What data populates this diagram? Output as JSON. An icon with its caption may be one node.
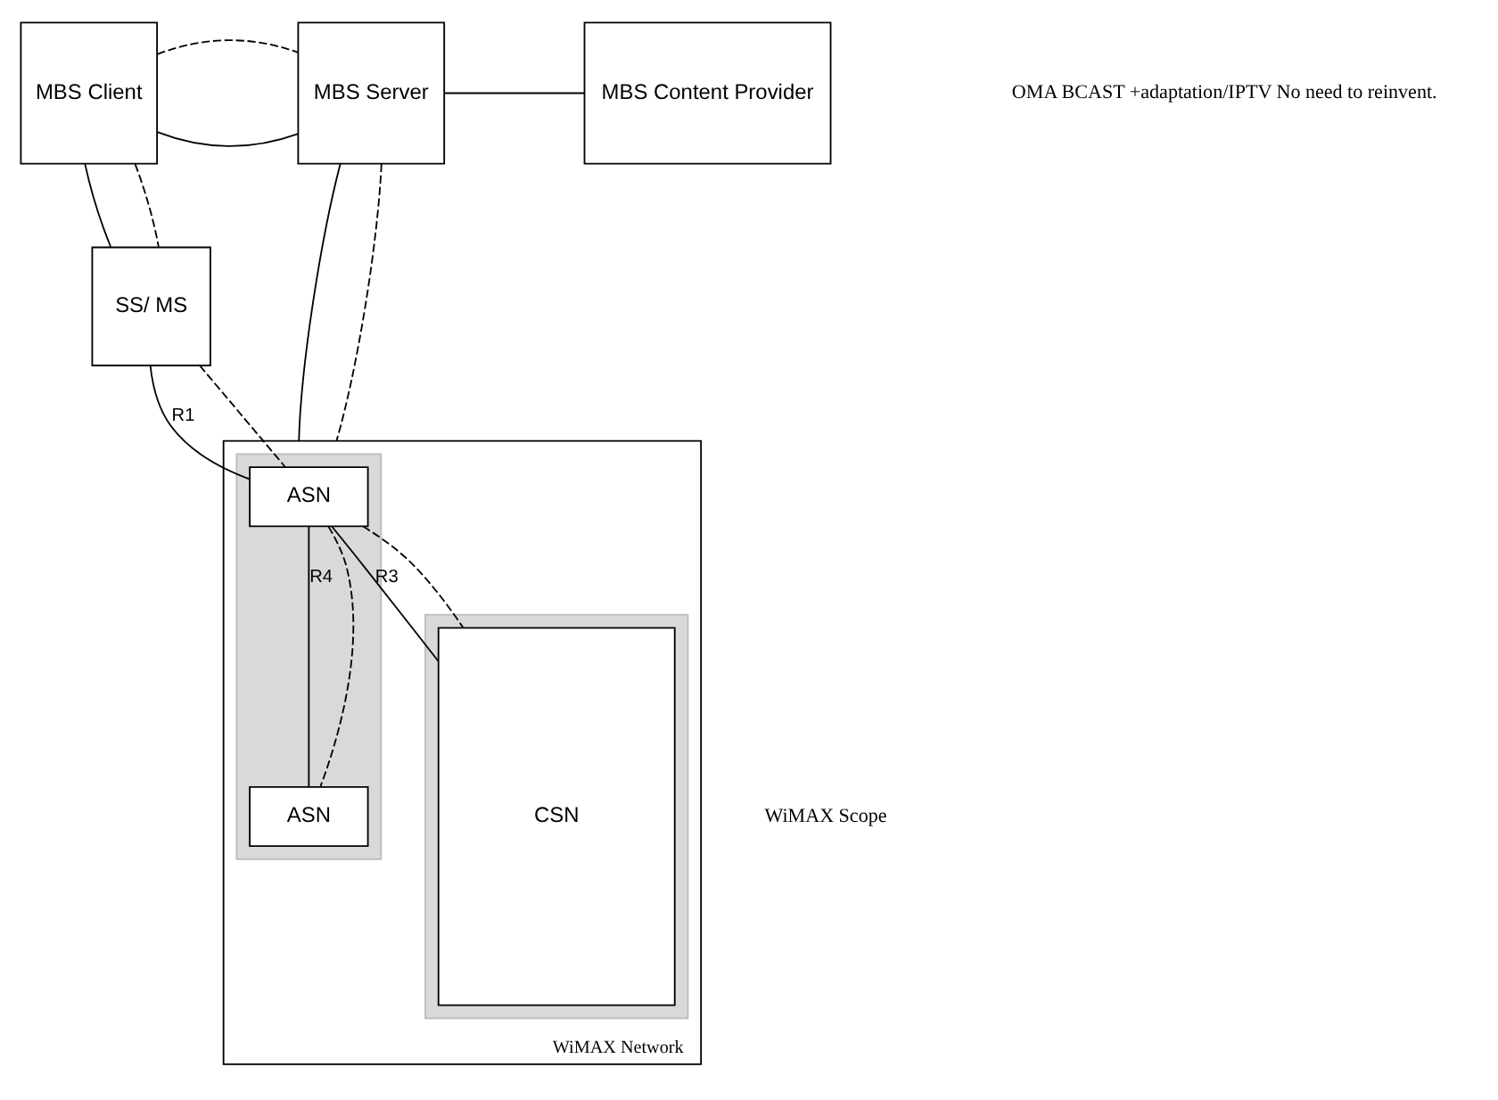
{
  "diagram": {
    "nodes": [
      {
        "text": [
          "MBS Client"
        ]
      },
      {
        "text": [
          "MBS Server"
        ]
      },
      {
        "text": [
          "MBS Content Provider"
        ]
      },
      {
        "text": [
          "SS/ MS"
        ]
      },
      {
        "text": [
          "WiMAX Network"
        ]
      },
      {
        "text": [],
        "shape": "box",
        "in": 4
      },
      {
        "text": [
          "ASN"
        ],
        "in": 5
      },
      {
        "text": [
          "ASN"
        ],
        "in": 5
      },
      {
        "text": [],
        "shape": "box",
        "in": 4
      },
      {
        "text": [
          "CSN"
        ],
        "in": 8
      }
    ],
    "edges": [
      {
        "from": 0,
        "to": 1,
        "arrow": "none"
      },
      {
        "from": 0,
        "to": 1,
        "arrow": "none",
        "style": "dashed"
      },
      {
        "from": 1,
        "to": 2,
        "arrow": "none"
      },
      {
        "from": 0,
        "to": 3,
        "arrow": "none"
      },
      {
        "from": 0,
        "to": 3,
        "arrow": "none",
        "style": "dashed"
      },
      {
        "from": 1,
        "to": 4,
        "arrow": "none"
      },
      {
        "from": 1,
        "to": 4,
        "arrow": "none",
        "style": "dashed"
      },
      {
        "from": 3,
        "to": 6,
        "arrow": "none",
        "label": "R1"
      },
      {
        "from": 3,
        "to": 6,
        "arrow": "none",
        "style": "dashed"
      },
      {
        "from": 6,
        "to": 9,
        "arrow": "none",
        "label": "R3"
      },
      {
        "from": 6,
        "to": 9,
        "arrow": "none",
        "style": "dashed"
      },
      {
        "from": 6,
        "to": 7,
        "arrow": "none",
        "label": "R4"
      },
      {
        "from": 6,
        "to": 7,
        "arrow": "none",
        "style": "dashed"
      }
    ],
    "labels": [
      "OMA BCAST +adaptation/IPTV No need to reinvent.",
      "WiMAX Scope"
    ]
  }
}
